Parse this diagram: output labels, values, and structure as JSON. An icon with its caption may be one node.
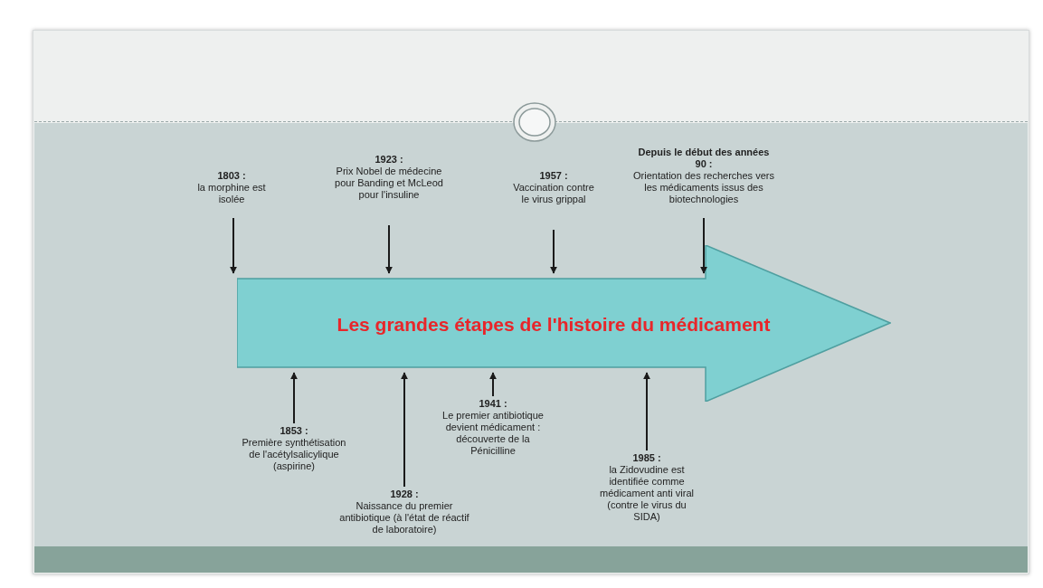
{
  "diagram": {
    "nodes": [
      {
        "text": [
          "1803 :",
          "la morphine est isolée"
        ]
      },
      {
        "text": [
          "1923 :",
          "Prix Nobel de médecine pour Banding et McLeod pour l'insuline"
        ]
      },
      {
        "text": [
          "1957 :",
          "Vaccination contre le virus grippal"
        ]
      },
      {
        "text": [
          "Depuis le début des années 90 :",
          "Orientation des recherches vers les médicaments issus des biotechnologies"
        ]
      },
      {
        "text": [
          "Les grandes étapes de l'histoire du médicament"
        ]
      },
      {
        "text": [
          "1853 :",
          "Première synthétisation de l'acétylsalicylique (aspirine)"
        ]
      },
      {
        "text": [
          "1928 :",
          "Naissance du premier antibiotique (à l'état de réactif de laboratoire)"
        ]
      },
      {
        "text": [
          "1941 :",
          "Le premier antibiotique devient médicament : découverte de la Pénicilline"
        ]
      },
      {
        "text": [
          "1985 :",
          "la Zidovudine est identifiée comme médicament anti viral (contre le virus du SIDA)"
        ]
      }
    ],
    "edges": [
      {
        "from": 0,
        "to": 4,
        "arrow": "to"
      },
      {
        "from": 1,
        "to": 4,
        "arrow": "to"
      },
      {
        "from": 2,
        "to": 4,
        "arrow": "to"
      },
      {
        "from": 3,
        "to": 4,
        "arrow": "to"
      },
      {
        "from": 5,
        "to": 4,
        "arrow": "to"
      },
      {
        "from": 6,
        "to": 4,
        "arrow": "to"
      },
      {
        "from": 7,
        "to": 4,
        "arrow": "to"
      },
      {
        "from": 8,
        "to": 4,
        "arrow": "to"
      }
    ]
  }
}
